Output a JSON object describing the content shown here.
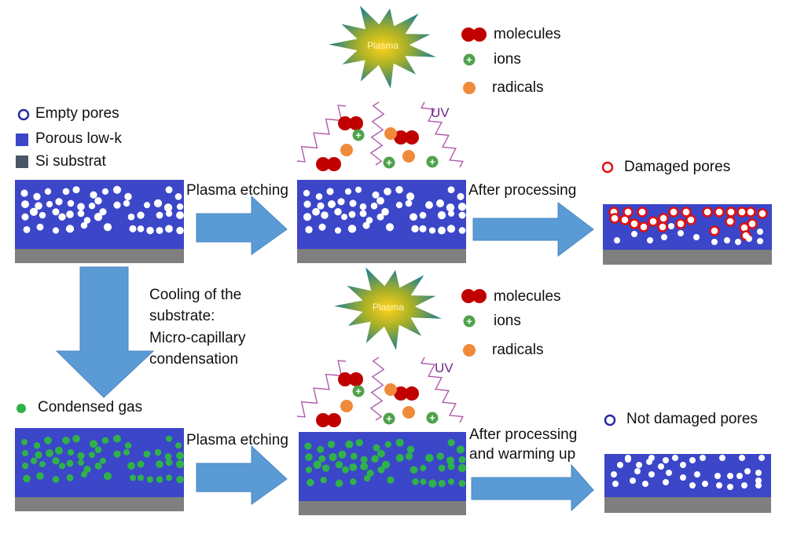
{
  "legend_top_left": {
    "empty_pores": "Empty pores",
    "porous_low_k": "Porous low-k",
    "si_substrat": "Si substrat"
  },
  "species_legend": {
    "molecules": "molecules",
    "ions": "ions",
    "radicals": "radicals"
  },
  "plasma_label": "Plasma",
  "uv_label": "UV",
  "top_row": {
    "step1_label": "Plasma etching",
    "step2_label": "After processing",
    "result_legend": "Damaged pores"
  },
  "cooling_label": [
    "Cooling of the",
    "substrate:",
    "Micro-capillary",
    "condensation"
  ],
  "condensed_legend": "Condensed gas",
  "bottom_row": {
    "step1_label": "Plasma etching",
    "step2_label_line1": "After processing",
    "step2_label_line2": "and warming up",
    "result_legend": "Not damaged pores"
  },
  "colors": {
    "low_k": "#3b46c8",
    "substrate": "#7f7f7f",
    "arrow": "#5b9bd5",
    "molecule": "#c00000",
    "ion": "#4ea24b",
    "radical": "#ee8a3a",
    "condensed": "#2fb24a",
    "damaged": "#e01010",
    "uv": "#b05aa8"
  }
}
